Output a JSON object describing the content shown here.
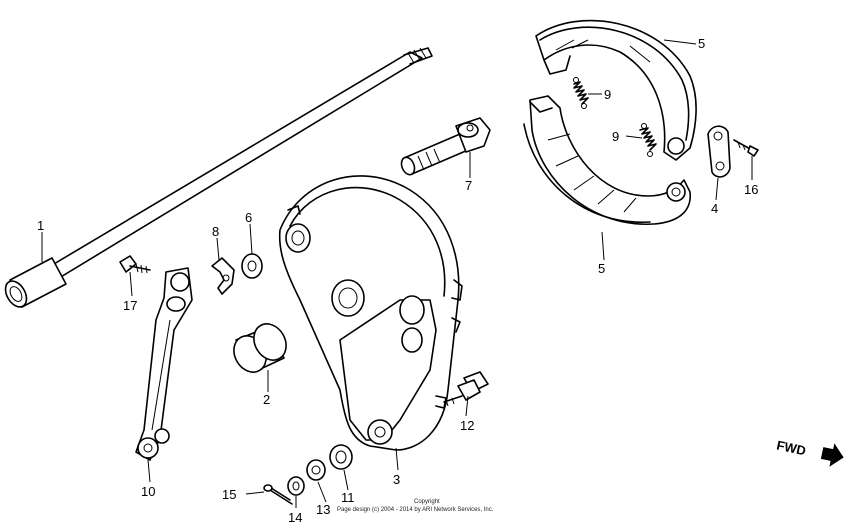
{
  "callouts": {
    "c1": "1",
    "c2": "2",
    "c3": "3",
    "c4": "4",
    "c5a": "5",
    "c5b": "5",
    "c6": "6",
    "c7": "7",
    "c8": "8",
    "c9a": "9",
    "c9b": "9",
    "c10": "10",
    "c11": "11",
    "c12": "12",
    "c13": "13",
    "c14": "14",
    "c15": "15",
    "c16": "16",
    "c17": "17"
  },
  "direction_label": "FWD",
  "copyright": {
    "line1": "Copyright",
    "line2": "Page design (c) 2004 - 2014 by ARI Network Services, Inc."
  }
}
